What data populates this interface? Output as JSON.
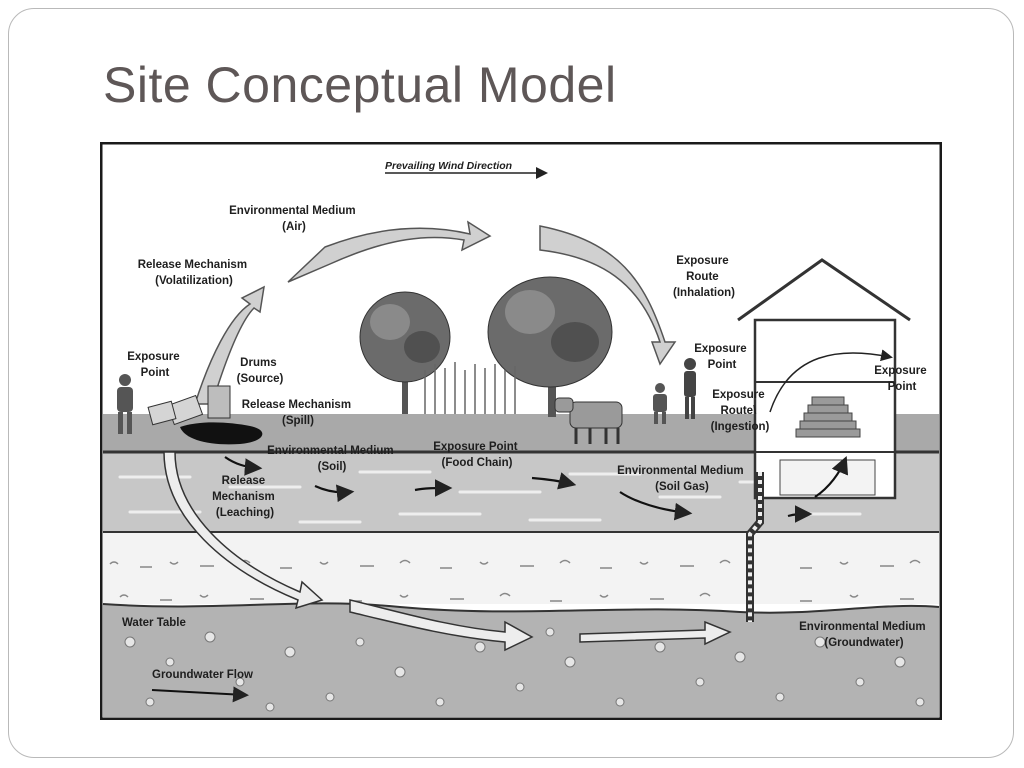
{
  "slide": {
    "title": "Site Conceptual Model"
  },
  "diagram": {
    "wind_label": "Prevailing Wind Direction",
    "labels": {
      "env_medium_air": [
        "Environmental Medium",
        "(Air)"
      ],
      "release_volatilization": [
        "Release Mechanism",
        "(Volatilization)"
      ],
      "exposure_route_inhalation": [
        "Exposure",
        "Route",
        "(Inhalation)"
      ],
      "exposure_point_left": [
        "Exposure",
        "Point"
      ],
      "drums_source": [
        "Drums",
        "(Source)"
      ],
      "release_spill": [
        "Release Mechanism",
        "(Spill)"
      ],
      "exposure_point_mid": [
        "Exposure",
        "Point"
      ],
      "exposure_route_ingestion": [
        "Exposure",
        "Route\\",
        "(Ingestion)"
      ],
      "exposure_point_house": [
        "Exposure",
        "Point"
      ],
      "env_medium_soil": [
        "Environmental Medium",
        "(Soil)"
      ],
      "exposure_point_food": [
        "Exposure Point",
        "(Food Chain)"
      ],
      "release_leaching": [
        "Release",
        "Mechanism",
        "(Leaching)"
      ],
      "env_medium_soil_gas": [
        "Environmental Medium",
        "(Soil Gas)"
      ],
      "water_table": [
        "Water Table"
      ],
      "env_medium_groundwater": [
        "Environmental Medium",
        "(Groundwater)"
      ],
      "groundwater_flow": [
        "Groundwater Flow"
      ]
    }
  }
}
